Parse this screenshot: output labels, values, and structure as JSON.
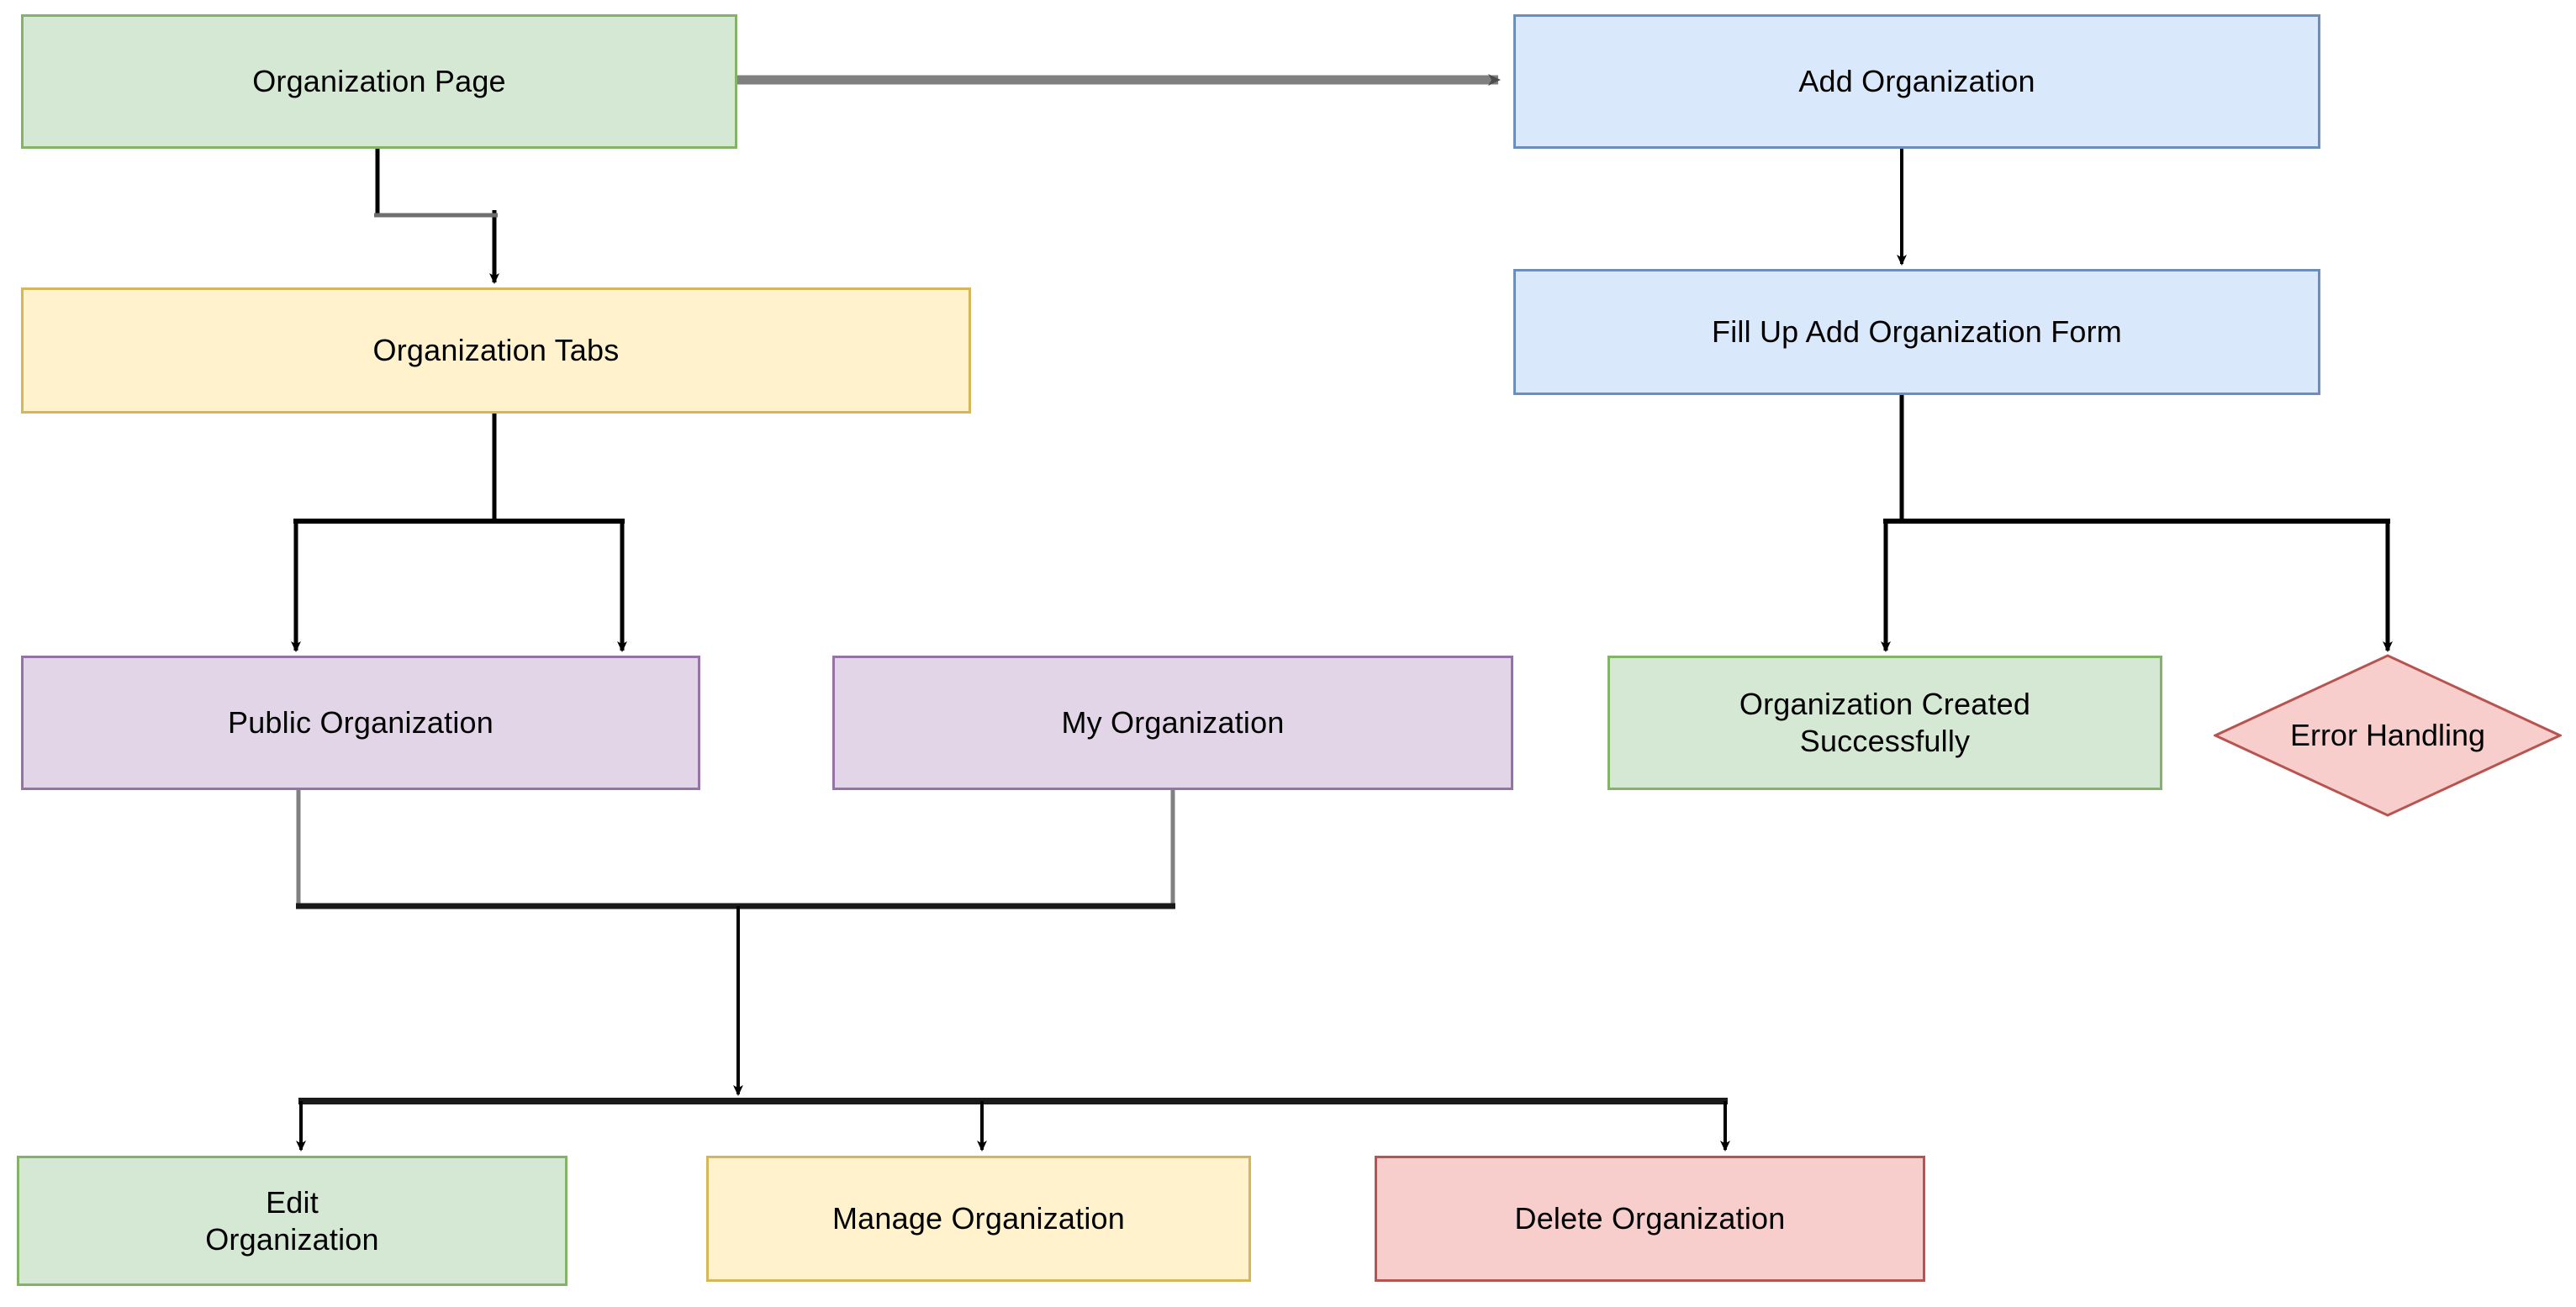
{
  "diagram": {
    "type": "flowchart",
    "title": "Organization Page Flow",
    "background": "#ffffff",
    "palette": {
      "green_fill": "#d5e8d4",
      "green_stroke": "#82b366",
      "blue_fill": "#dae8fc",
      "blue_stroke": "#6c8ebf",
      "yellow_fill": "#fff2cc",
      "yellow_stroke": "#d6b656",
      "purple_fill": "#e1d5e7",
      "purple_stroke": "#9673a6",
      "red_fill": "#f8cecc",
      "red_stroke": "#b85450",
      "edge_black": "#000000",
      "edge_gray": "#808080"
    }
  },
  "nodes": {
    "organization_page": {
      "label": "Organization Page",
      "shape": "rectangle",
      "color": "green"
    },
    "add_organization": {
      "label": "Add Organization",
      "shape": "rectangle",
      "color": "blue"
    },
    "organization_tabs": {
      "label": "Organization Tabs",
      "shape": "rectangle",
      "color": "yellow"
    },
    "fill_up_form": {
      "label": "Fill Up Add Organization Form",
      "shape": "rectangle",
      "color": "blue"
    },
    "public_organization": {
      "label": "Public Organization",
      "shape": "rectangle",
      "color": "purple"
    },
    "my_organization": {
      "label": "My Organization",
      "shape": "rectangle",
      "color": "purple"
    },
    "organization_created": {
      "label": "Organization Created\nSuccessfully",
      "shape": "rectangle",
      "color": "green"
    },
    "error_handling": {
      "label": "Error Handling",
      "shape": "diamond",
      "color": "red"
    },
    "edit_organization": {
      "label": "Edit\nOrganization",
      "shape": "rectangle",
      "color": "green"
    },
    "manage_organization": {
      "label": "Manage Organization",
      "shape": "rectangle",
      "color": "yellow"
    },
    "delete_organization": {
      "label": "Delete Organization",
      "shape": "rectangle",
      "color": "red"
    }
  },
  "edges": [
    {
      "from": "organization_page",
      "to": "add_organization",
      "style": "straight-horizontal",
      "color": "#808080",
      "arrow": true
    },
    {
      "from": "organization_page",
      "to": "organization_tabs",
      "style": "elbow",
      "color": "#000000",
      "arrow": true
    },
    {
      "from": "add_organization",
      "to": "fill_up_form",
      "style": "straight-vertical",
      "color": "#000000",
      "arrow": true
    },
    {
      "from": "organization_tabs",
      "to": "public_organization",
      "style": "fork",
      "color": "#000000",
      "arrow": true
    },
    {
      "from": "organization_tabs",
      "to": "my_organization",
      "style": "fork",
      "color": "#000000",
      "arrow": true
    },
    {
      "from": "fill_up_form",
      "to": "organization_created",
      "style": "fork",
      "color": "#000000",
      "arrow": true
    },
    {
      "from": "fill_up_form",
      "to": "error_handling",
      "style": "fork",
      "color": "#000000",
      "arrow": true
    },
    {
      "from": "public_organization",
      "to": "merge_point",
      "style": "merge",
      "color": "#808080",
      "arrow": false
    },
    {
      "from": "my_organization",
      "to": "merge_point",
      "style": "merge",
      "color": "#808080",
      "arrow": false
    },
    {
      "from": "merge_point",
      "to": "edit_organization",
      "style": "fork",
      "color": "#000000",
      "arrow": true
    },
    {
      "from": "merge_point",
      "to": "manage_organization",
      "style": "fork",
      "color": "#000000",
      "arrow": true
    },
    {
      "from": "merge_point",
      "to": "delete_organization",
      "style": "fork",
      "color": "#000000",
      "arrow": true
    }
  ]
}
